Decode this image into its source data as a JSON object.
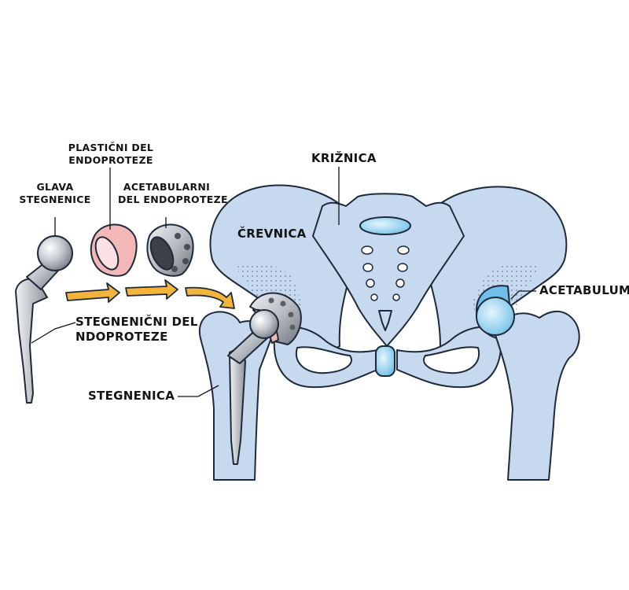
{
  "labels": {
    "glava_stegnenice": [
      "GLAVA",
      "STEGNENICE"
    ],
    "plasticni_del": [
      "PLASTIČNI DEL",
      "ENDOPROTEZE"
    ],
    "acetabularni_del": [
      "ACETABULARNI",
      "DEL ENDOPROTEZE"
    ],
    "stegnenicni_del": [
      "STEGNENIČNI DEL",
      "NDOPROTEZE"
    ],
    "stegnenica": "STEGNENICA",
    "kriznica": "KRIŽNICA",
    "crevnica": "ČREVNICA",
    "acetabulum": "ACETABULUM"
  },
  "colors": {
    "bone": "#c6d9ee",
    "bone_shade": "#a9c2de",
    "outline": "#1e2a3a",
    "cartilage": "#9fd3f0",
    "metal": "#b9bcc3",
    "metal_dark": "#6e737c",
    "plastic": "#f3b7b8",
    "arrow": "#f3b43c"
  }
}
